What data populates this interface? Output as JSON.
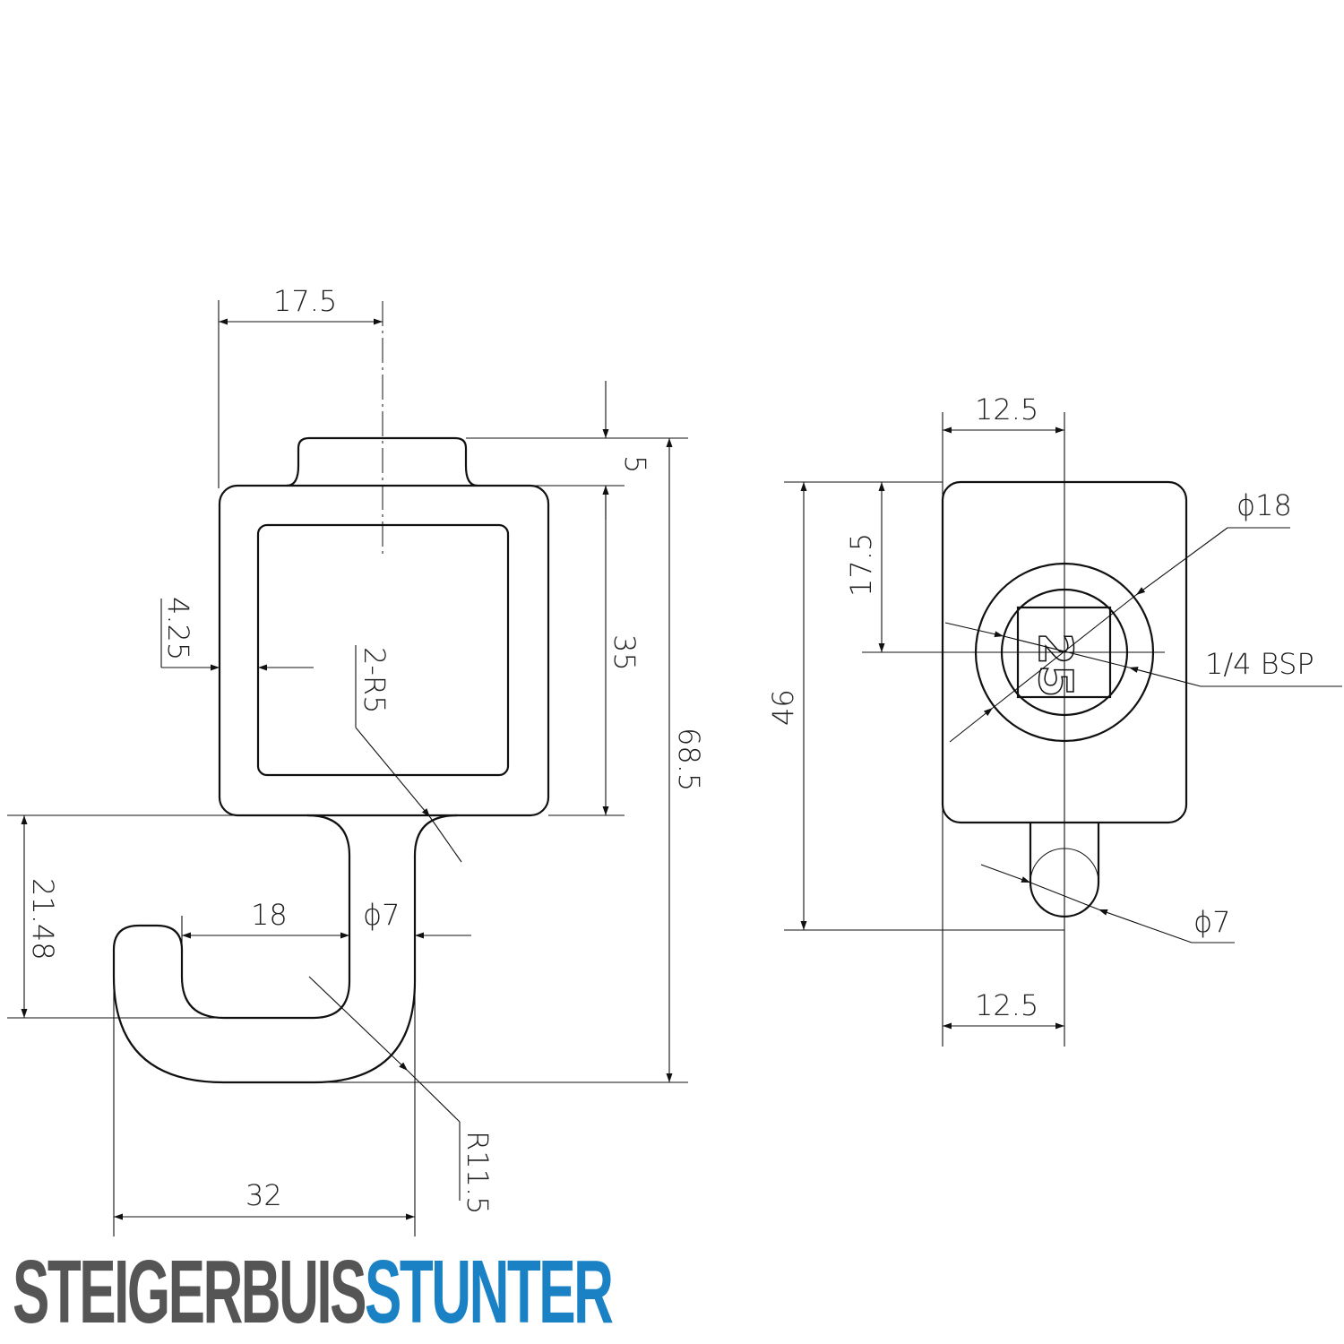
{
  "drawing": {
    "left_view": {
      "dims": {
        "top_width": "17.5",
        "tab_height": "5",
        "body_height": "35",
        "total_height": "68.5",
        "wall": "4.25",
        "fillet": "2-R5",
        "hook_height": "21.48",
        "hook_inner": "18",
        "rod_dia": "ϕ7",
        "bend_radius": "R11.5",
        "hook_width": "32"
      }
    },
    "right_view": {
      "dims": {
        "top_half": "12.5",
        "bottom_half": "12.5",
        "upper_height": "17.5",
        "total_height": "46",
        "outer_dia": "ϕ18",
        "thread": "1/4 BSP",
        "rod_dia": "ϕ7",
        "stamp": "25"
      }
    }
  },
  "logo": {
    "part1": "STEIGERBUIS",
    "part2": "STUNTER",
    "color1": "#555555",
    "color2": "#1a82c4"
  }
}
